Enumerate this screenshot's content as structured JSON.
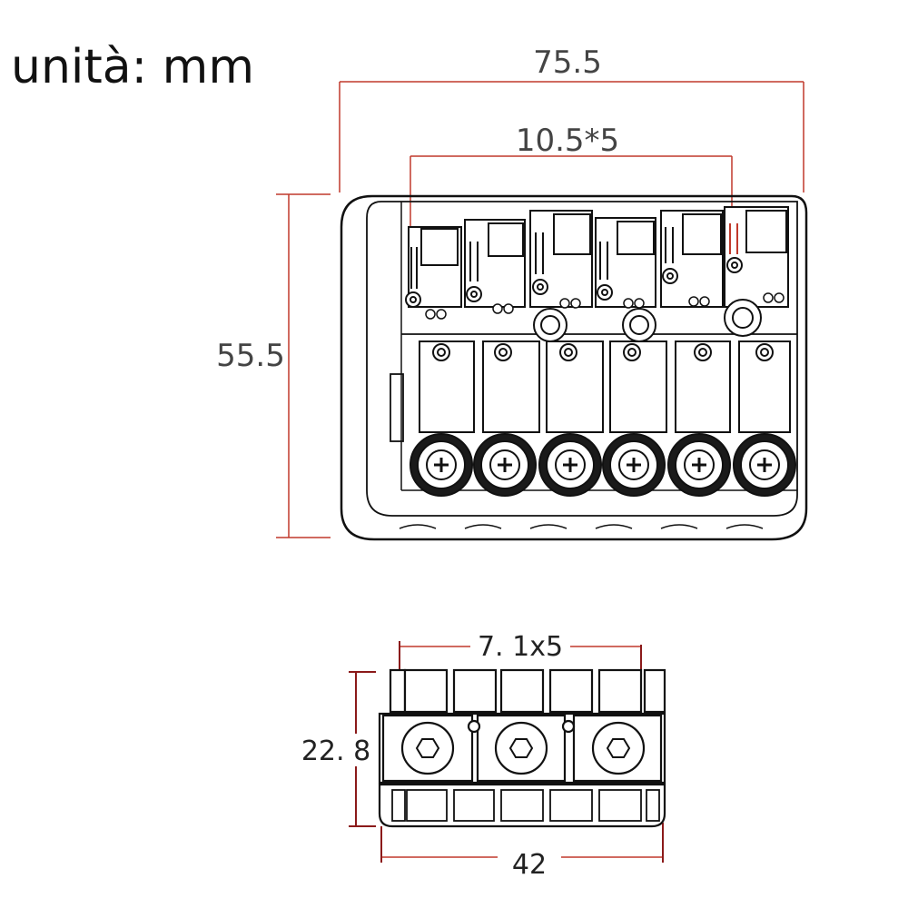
{
  "unit_label": "unità: mm",
  "top_view": {
    "overall_width": "75.5",
    "string_spacing": "10.5*5",
    "overall_height": "55.5"
  },
  "side_view": {
    "spacing": "7. 1x5",
    "height": "22. 8",
    "width": "42"
  },
  "colors": {
    "dimension_line": "#c0392b",
    "dimension_line_dark": "#8b1a1a",
    "outline": "#111111"
  }
}
